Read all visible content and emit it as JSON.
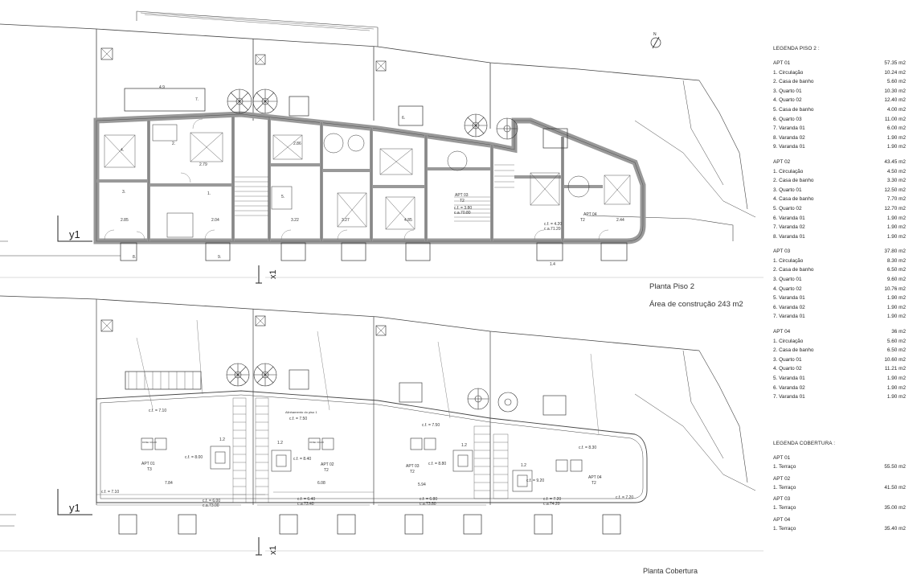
{
  "legend_floor2": {
    "heading": "LEGENDA PISO 2 :",
    "apartments": [
      {
        "name": "APT 01",
        "total": "57.35 m2",
        "rooms": [
          {
            "label": "1. Circulação",
            "area": "10.24 m2"
          },
          {
            "label": "2. Casa de banho",
            "area": "5.60 m2"
          },
          {
            "label": "3. Quarto 01",
            "area": "10.30 m2"
          },
          {
            "label": "4. Quarto 02",
            "area": "12.40 m2"
          },
          {
            "label": "5. Casa de banho",
            "area": "4.00 m2"
          },
          {
            "label": "6. Quarto 03",
            "area": "11.00 m2"
          },
          {
            "label": "7. Varanda 01",
            "area": "6.00 m2"
          },
          {
            "label": "8. Varanda 02",
            "area": "1.90 m2"
          },
          {
            "label": "9. Varanda 01",
            "area": "1.90 m2"
          }
        ]
      },
      {
        "name": "APT 02",
        "total": "43.45 m2",
        "rooms": [
          {
            "label": "1. Circulação",
            "area": "4.50 m2"
          },
          {
            "label": "2. Casa de banho",
            "area": "3.30 m2"
          },
          {
            "label": "3. Quarto 01",
            "area": "12.50 m2"
          },
          {
            "label": "4. Casa de banho",
            "area": "7.70 m2"
          },
          {
            "label": "5. Quarto 02",
            "area": "12.70 m2"
          },
          {
            "label": "6. Varanda 01",
            "area": "1.90 m2"
          },
          {
            "label": "7. Varanda 02",
            "area": "1.90 m2"
          },
          {
            "label": "8. Varanda 01",
            "area": "1.90 m2"
          }
        ]
      },
      {
        "name": "APT 03",
        "total": "37.80 m2",
        "rooms": [
          {
            "label": "1. Circulação",
            "area": "8.30 m2"
          },
          {
            "label": "2. Casa de banho",
            "area": "6.50 m2"
          },
          {
            "label": "3. Quarto 01",
            "area": "9.60 m2"
          },
          {
            "label": "4. Quarto 02",
            "area": "10.76 m2"
          },
          {
            "label": "5. Varanda 01",
            "area": "1.90 m2"
          },
          {
            "label": "6. Varanda 02",
            "area": "1.90 m2"
          },
          {
            "label": "7. Varanda 01",
            "area": "1.90 m2"
          }
        ]
      },
      {
        "name": "APT 04",
        "total": "36 m2",
        "rooms": [
          {
            "label": "1. Circulação",
            "area": "5.60 m2"
          },
          {
            "label": "2. Casa de banho",
            "area": "6.50 m2"
          },
          {
            "label": "3. Quarto 01",
            "area": "10.60 m2"
          },
          {
            "label": "4. Quarto 02",
            "area": "11.21 m2"
          },
          {
            "label": "5. Varanda 01",
            "area": "1.90 m2"
          },
          {
            "label": "6. Varanda 02",
            "area": "1.90 m2"
          },
          {
            "label": "7. Varanda 01",
            "area": "1.90 m2"
          }
        ]
      }
    ]
  },
  "legend_roof": {
    "heading": "LEGENDA COBERTURA :",
    "apartments": [
      {
        "name": "APT 01",
        "item": "1. Terraço",
        "area": "55.50 m2"
      },
      {
        "name": "APT 02",
        "item": "1. Terraço",
        "area": "41.50 m2"
      },
      {
        "name": "APT 03",
        "item": "1. Terraço",
        "area": "35.00 m2"
      },
      {
        "name": "APT 04",
        "item": "1. Terraço",
        "area": "35.40 m2"
      }
    ]
  },
  "plan_floor2": {
    "title": "Planta Piso 2",
    "subtitle": "Área de construção 243 m2",
    "apt_tags": [
      {
        "name": "APT 03",
        "type": "T2"
      },
      {
        "name": "APT 04",
        "type": "T2"
      }
    ],
    "levels": [
      "c.f. = 3.80",
      "c.a.70.80",
      "c.f. = 4.20",
      "c.a.71.20"
    ],
    "dims": [
      "4.9",
      "2.85",
      "2.04",
      "3.22",
      "3.27",
      "4.85",
      "2.44",
      "2.79",
      "2.86",
      "1.4"
    ],
    "room_numbers": [
      "1.",
      "2.",
      "3.",
      "4.",
      "5.",
      "6.",
      "7.",
      "8.",
      "9."
    ]
  },
  "plan_roof": {
    "title": "Planta Cobertura",
    "apt_tags": [
      {
        "name": "APT 01",
        "type": "T3"
      },
      {
        "name": "APT 02",
        "type": "T2"
      },
      {
        "name": "APT 03",
        "type": "T2"
      },
      {
        "name": "APT 04",
        "type": "T2"
      }
    ],
    "levels": [
      "c.f. = 7.10",
      "c.f. = 7.50",
      "c.f. = 7.50",
      "c.f. = 8.30",
      "c.f. = 8.00",
      "c.f. = 8.40",
      "c.f. = 8.80",
      "c.f. = 9.20",
      "c.f. = 6.00",
      "c.a.73.00",
      "c.f. = 6.40",
      "c.a.73.40",
      "c.f. = 6.80",
      "c.a.73.80",
      "c.f. = 7.20",
      "c.a.74.20",
      "c.f. = 7.10",
      "c.f. = 7.20"
    ],
    "dims": [
      "7.84",
      "6.08",
      "5.94",
      "1.2"
    ],
    "panel_label": "PAINEL SOLAR",
    "note": "Alinhamento do piso 1"
  },
  "markers": {
    "section_y": "y1",
    "section_x": "x1",
    "north": "N"
  }
}
